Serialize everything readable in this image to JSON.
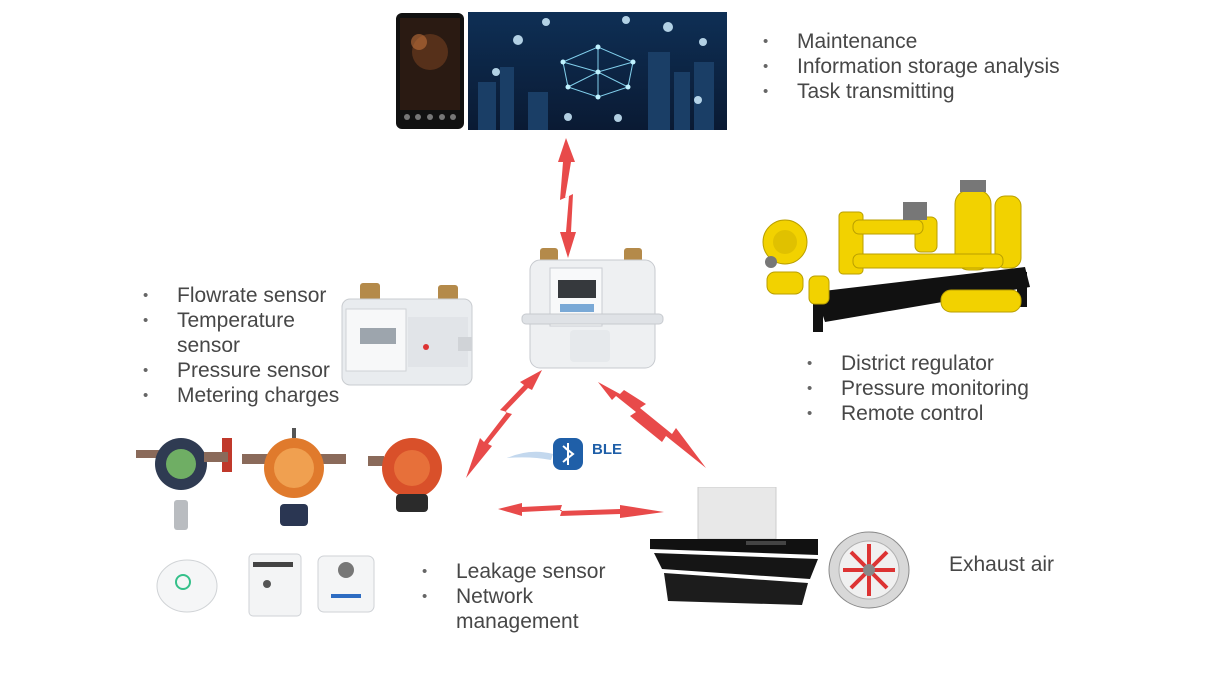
{
  "cloud": {
    "items": [
      "Maintenance",
      "Information storage analysis",
      "Task transmitting"
    ]
  },
  "meter": {
    "items": [
      "Flowrate sensor",
      "Temperature sensor",
      "Pressure sensor",
      "Metering charges"
    ]
  },
  "regulator": {
    "items": [
      "District regulator",
      "Pressure monitoring",
      "Remote control"
    ]
  },
  "leakage": {
    "items": [
      "Leakage sensor",
      "Network management"
    ]
  },
  "exhaust": {
    "label": "Exhaust air"
  },
  "ble": {
    "text": "BLE"
  },
  "colors": {
    "arrow": "#e84a4a",
    "pipe_yellow": "#f2d200",
    "ble_blue": "#1f5fa8",
    "meter_body": "#e9ecef",
    "detector_orange": "#e07a2c"
  }
}
